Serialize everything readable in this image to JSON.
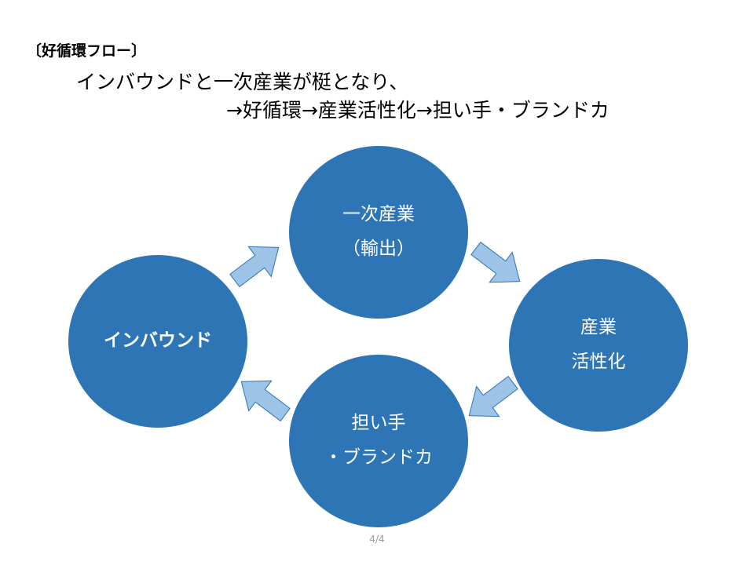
{
  "heading": "〔好循環フロー〕",
  "subtitle": {
    "line1": "インバウンドと一次産業が梃となり、",
    "line2": "→好循環→産業活性化→担い手・ブランドカ"
  },
  "nodes": {
    "primary_industry": {
      "line1": "一次産業",
      "line2": "（輸出）"
    },
    "industry_revitalization": {
      "line1": "産業",
      "line2": "活性化"
    },
    "inbound": {
      "line1": "インバウンド"
    },
    "bearers_brand": {
      "line1": "担い手",
      "line2": "・ブランドカ"
    }
  },
  "colors": {
    "node_fill": "#2E75B6",
    "arrow_fill": "#9DC3E6",
    "arrow_outline": "#2E75B6"
  },
  "page_number": "4/4"
}
